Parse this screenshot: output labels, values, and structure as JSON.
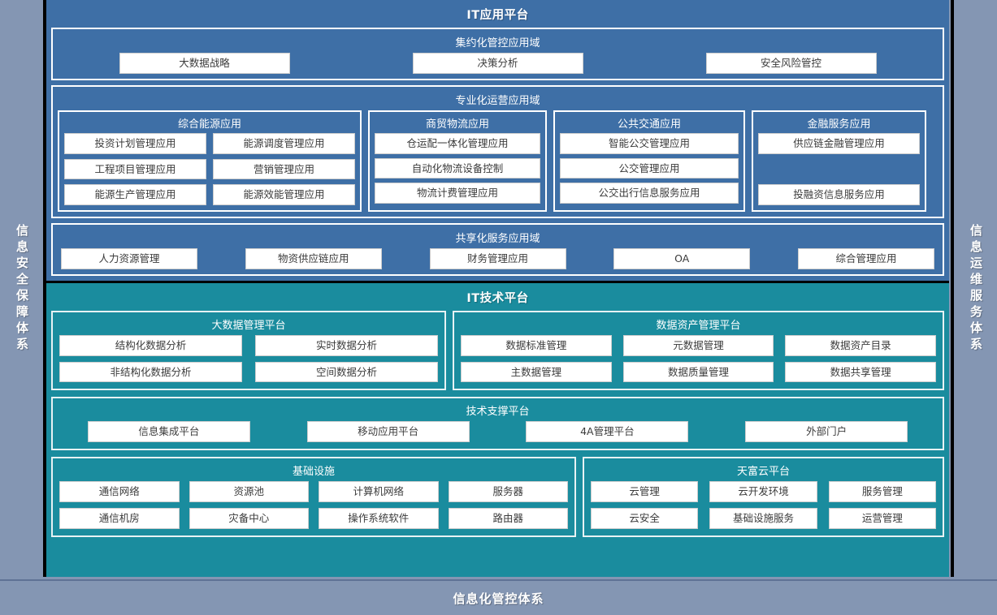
{
  "colors": {
    "page_background": "#8496b3",
    "application_platform": "#3e6fa6",
    "technology_platform": "#1a8c9e",
    "chip_background": "#ffffff",
    "chip_text": "#3b3b3b",
    "outline": "#ffffff"
  },
  "left_bar": {
    "label": "信息安全保障体系"
  },
  "right_bar": {
    "label": "信息运维服务体系"
  },
  "bottom_bar": {
    "label": "信息化管控体系"
  },
  "application_platform": {
    "title": "IT应用平台",
    "domains": [
      {
        "title": "集约化管控应用域",
        "layout": "row",
        "items": [
          "大数据战略",
          "决策分析",
          "安全风险管控"
        ]
      },
      {
        "title": "专业化运营应用域",
        "layout": "groups",
        "groups": [
          {
            "title": "综合能源应用",
            "layout": "grid2",
            "items": [
              "投资计划管理应用",
              "能源调度管理应用",
              "工程项目管理应用",
              "营销管理应用",
              "能源生产管理应用",
              "能源效能管理应用"
            ]
          },
          {
            "title": "商贸物流应用",
            "layout": "stack",
            "items": [
              "仓运配一体化管理应用",
              "自动化物流设备控制",
              "物流计费管理应用"
            ]
          },
          {
            "title": "公共交通应用",
            "layout": "stack",
            "items": [
              "智能公交管理应用",
              "公交管理应用",
              "公交出行信息服务应用"
            ]
          },
          {
            "title": "金融服务应用",
            "layout": "stack-gap",
            "items": [
              "供应链金融管理应用",
              "投融资信息服务应用"
            ]
          }
        ]
      },
      {
        "title": "共享化服务应用域",
        "layout": "row",
        "items": [
          "人力资源管理",
          "物资供应链应用",
          "财务管理应用",
          "OA",
          "综合管理应用"
        ]
      }
    ]
  },
  "technology_platform": {
    "title": "IT技术平台",
    "rows": [
      {
        "boxes": [
          {
            "title": "大数据管理平台",
            "layout": "grid2",
            "items": [
              "结构化数据分析",
              "实时数据分析",
              "非结构化数据分析",
              "空间数据分析"
            ]
          },
          {
            "title": "数据资产管理平台",
            "layout": "grid3",
            "items": [
              "数据标准管理",
              "元数据管理",
              "数据资产目录",
              "主数据管理",
              "数据质量管理",
              "数据共享管理"
            ]
          }
        ]
      },
      {
        "boxes": [
          {
            "title": "技术支撑平台",
            "layout": "row",
            "items": [
              "信息集成平台",
              "移动应用平台",
              "4A管理平台",
              "外部门户"
            ]
          }
        ]
      },
      {
        "boxes": [
          {
            "title": "基础设施",
            "layout": "grid4",
            "items": [
              "通信网络",
              "资源池",
              "计算机网络",
              "服务器",
              "通信机房",
              "灾备中心",
              "操作系统软件",
              "路由器"
            ]
          },
          {
            "title": "天富云平台",
            "layout": "grid3",
            "items": [
              "云管理",
              "云开发环境",
              "服务管理",
              "云安全",
              "基础设施服务",
              "运营管理"
            ]
          }
        ]
      }
    ]
  }
}
